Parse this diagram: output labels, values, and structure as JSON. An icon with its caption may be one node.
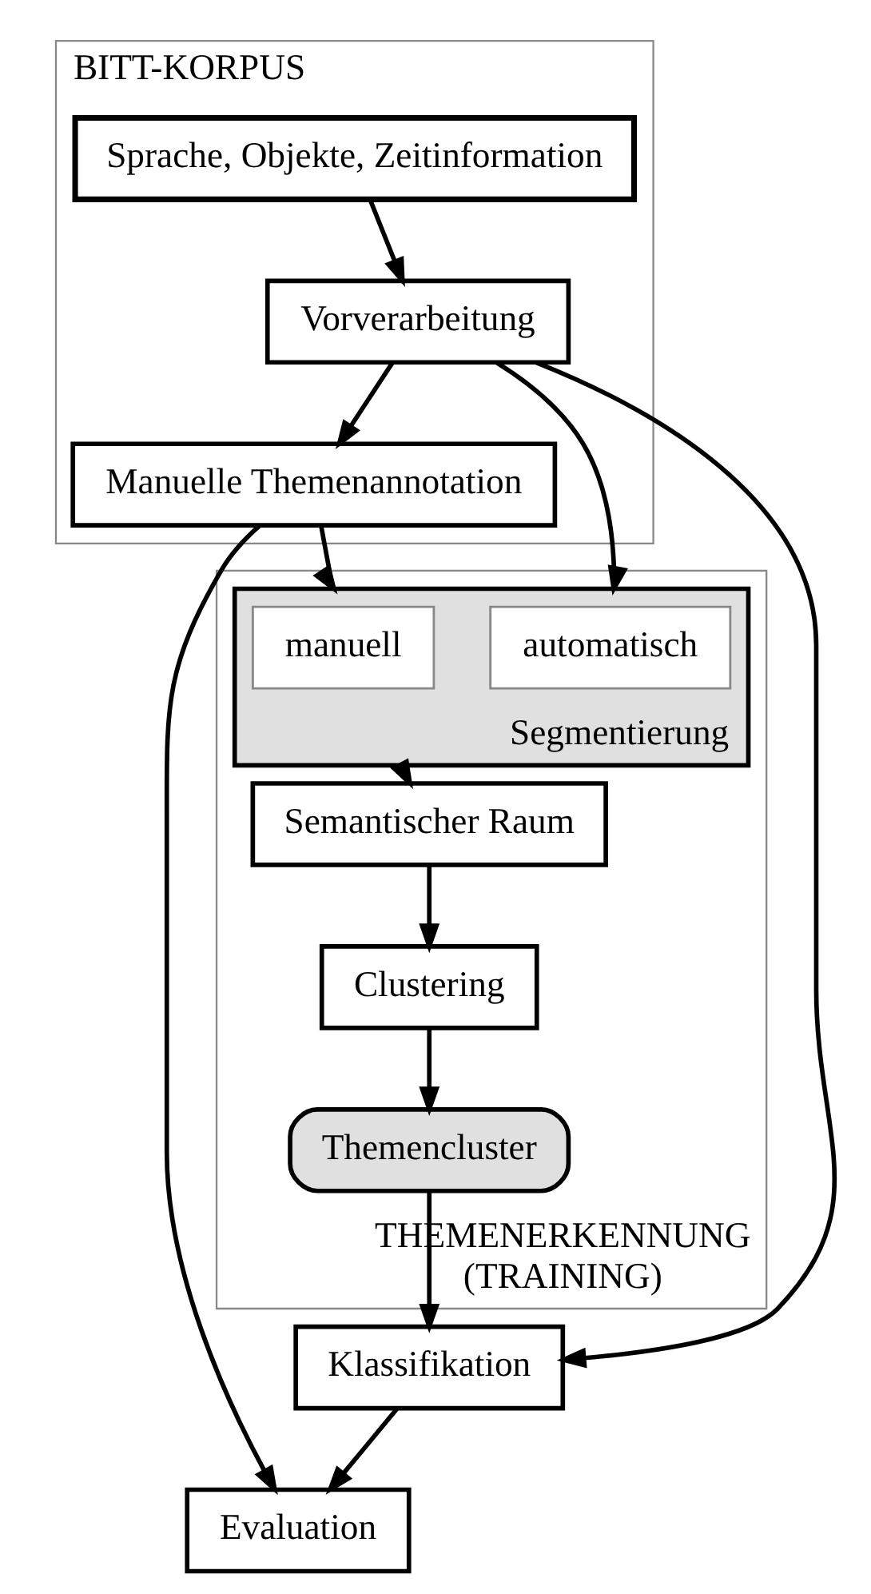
{
  "diagram": {
    "nodes": [
      {
        "text": [
          "BITT-KORPUS"
        ]
      },
      {
        "text": [
          "Sprache, Objekte, Zeitinformation"
        ],
        "in": 0
      },
      {
        "text": [
          "Vorverarbeitung"
        ],
        "in": 0
      },
      {
        "text": [
          "Manuelle Themenannotation"
        ],
        "in": 0
      },
      {
        "text": [
          "THEMENERKENNUNG (TRAINING)"
        ]
      },
      {
        "text": [
          "Segmentierung"
        ],
        "in": 4
      },
      {
        "text": [
          "manuell"
        ],
        "in": 5
      },
      {
        "text": [
          "automatisch"
        ],
        "in": 5
      },
      {
        "text": [
          "Semantischer Raum"
        ],
        "in": 4
      },
      {
        "text": [
          "Clustering"
        ],
        "in": 4
      },
      {
        "text": [
          "Themencluster"
        ],
        "in": 4
      },
      {
        "text": [
          "Klassifikation"
        ]
      },
      {
        "text": [
          "Evaluation"
        ]
      }
    ],
    "edges": [
      {
        "from": 1,
        "to": 2,
        "arrow": "to"
      },
      {
        "from": 2,
        "to": 3,
        "arrow": "to"
      },
      {
        "from": 3,
        "to": 5,
        "arrow": "to"
      },
      {
        "from": 2,
        "to": 5,
        "arrow": "to"
      },
      {
        "from": 2,
        "to": 11,
        "arrow": "to"
      },
      {
        "from": 5,
        "to": 8,
        "arrow": "to"
      },
      {
        "from": 8,
        "to": 9,
        "arrow": "to"
      },
      {
        "from": 9,
        "to": 10,
        "arrow": "to"
      },
      {
        "from": 10,
        "to": 11,
        "arrow": "to"
      },
      {
        "from": 11,
        "to": 12,
        "arrow": "to"
      },
      {
        "from": 3,
        "to": 12,
        "arrow": "to"
      }
    ]
  }
}
